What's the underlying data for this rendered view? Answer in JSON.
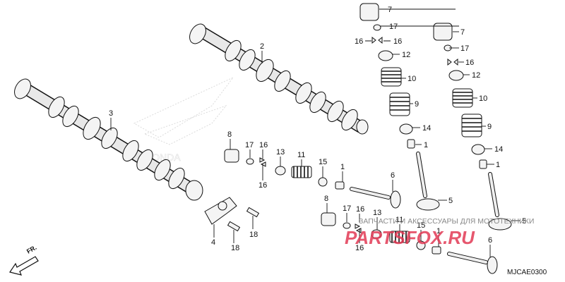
{
  "callouts": [
    {
      "id": "c7a",
      "text": "7"
    },
    {
      "id": "c17a",
      "text": "17"
    },
    {
      "id": "c16a",
      "text": "16"
    },
    {
      "id": "c16b",
      "text": "16"
    },
    {
      "id": "c12a",
      "text": "12"
    },
    {
      "id": "c10a",
      "text": "10"
    },
    {
      "id": "c9a",
      "text": "9"
    },
    {
      "id": "c14a",
      "text": "14"
    },
    {
      "id": "c1a",
      "text": "1"
    },
    {
      "id": "c5a",
      "text": "5"
    },
    {
      "id": "c7b",
      "text": "7"
    },
    {
      "id": "c17b",
      "text": "17"
    },
    {
      "id": "c16c",
      "text": "16"
    },
    {
      "id": "c12b",
      "text": "12"
    },
    {
      "id": "c10b",
      "text": "10"
    },
    {
      "id": "c9b",
      "text": "9"
    },
    {
      "id": "c14b",
      "text": "14"
    },
    {
      "id": "c1b",
      "text": "1"
    },
    {
      "id": "c5b",
      "text": "5"
    },
    {
      "id": "c2",
      "text": "2"
    },
    {
      "id": "c3",
      "text": "3"
    },
    {
      "id": "c4",
      "text": "4"
    },
    {
      "id": "c18a",
      "text": "18"
    },
    {
      "id": "c18b",
      "text": "18"
    },
    {
      "id": "c8a",
      "text": "8"
    },
    {
      "id": "c17c",
      "text": "17"
    },
    {
      "id": "c16d",
      "text": "16"
    },
    {
      "id": "c16e",
      "text": "16"
    },
    {
      "id": "c13a",
      "text": "13"
    },
    {
      "id": "c11a",
      "text": "11"
    },
    {
      "id": "c15a",
      "text": "15"
    },
    {
      "id": "c1c",
      "text": "1"
    },
    {
      "id": "c6a",
      "text": "6"
    },
    {
      "id": "c8b",
      "text": "8"
    },
    {
      "id": "c17d",
      "text": "17"
    },
    {
      "id": "c16f",
      "text": "16"
    },
    {
      "id": "c16g",
      "text": "16"
    },
    {
      "id": "c13b",
      "text": "13"
    },
    {
      "id": "c11b",
      "text": "11"
    },
    {
      "id": "c15b",
      "text": "15"
    },
    {
      "id": "c1d",
      "text": "1"
    },
    {
      "id": "c6b",
      "text": "6"
    }
  ],
  "direction_label": "FR.",
  "diagram_code": "MJCAE0300",
  "watermark": {
    "caption": "ЗАПЧАСТИ И АКСЕССУАРЫ ДЛЯ МОТОТЕХНИКИ",
    "logo": "PARTSFOX.RU",
    "logo_color": "#e23a55"
  }
}
